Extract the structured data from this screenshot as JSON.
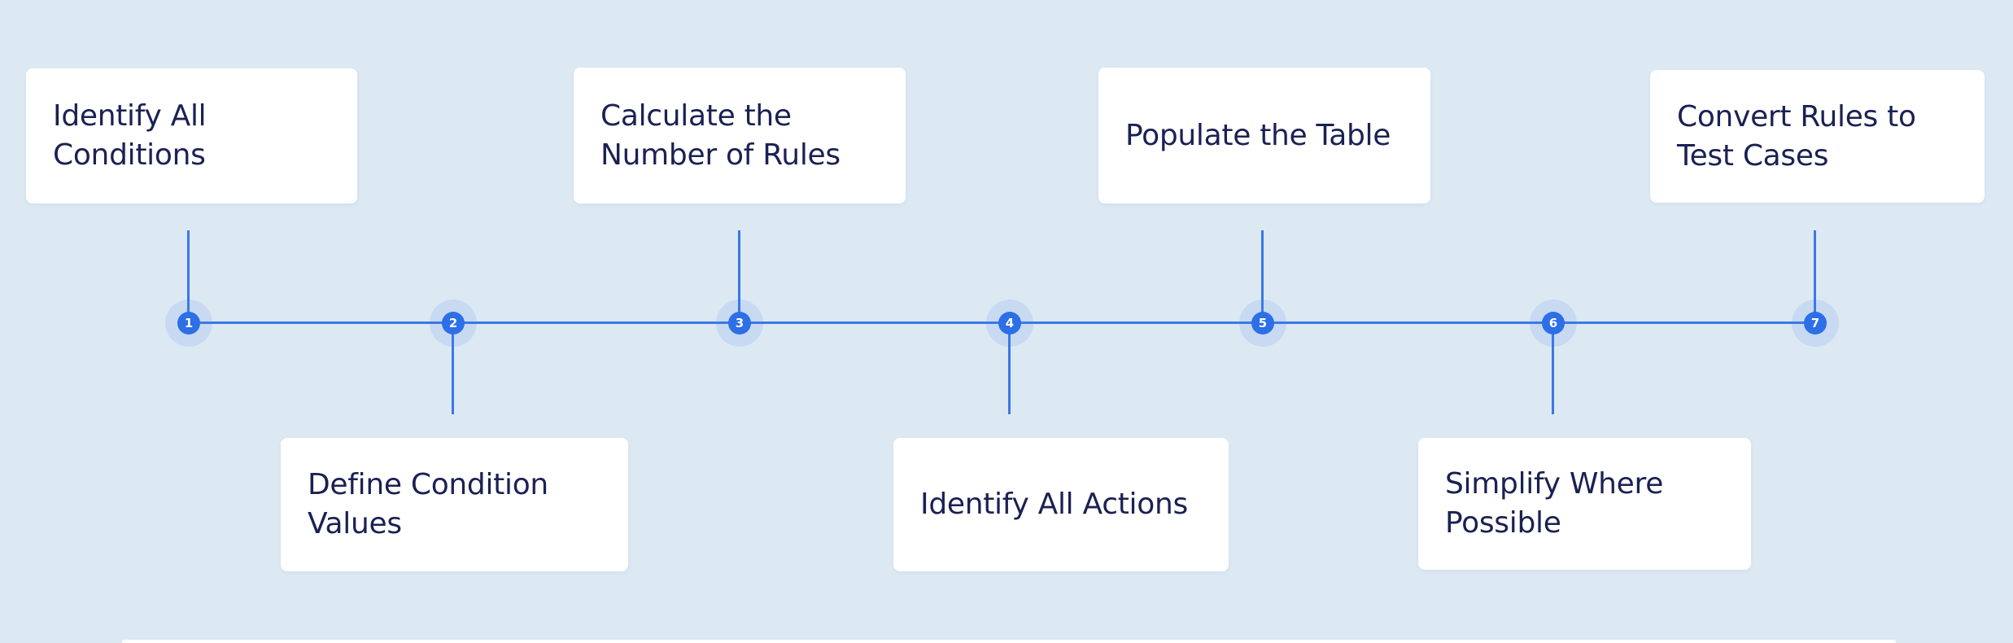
{
  "canvas": {
    "background_color": "#dce9f3",
    "card_color": "#ffffff",
    "text_color": "#1a2153",
    "line_color": "#3b78e7",
    "node_color": "#2c6fe6",
    "node_number_color": "#ffffff"
  },
  "timeline": {
    "type": "horizontal-step-timeline",
    "step_count": 7,
    "steps": [
      {
        "number": "1",
        "position": "top",
        "label": "Identify All Conditions",
        "line1": "Identify All",
        "line2": "Conditions"
      },
      {
        "number": "2",
        "position": "bottom",
        "label": "Define Condition Values",
        "line1": "Define Condition",
        "line2": "Values"
      },
      {
        "number": "3",
        "position": "top",
        "label": "Calculate the Number of Rules",
        "line1": "Calculate the",
        "line2": "Number of Rules"
      },
      {
        "number": "4",
        "position": "bottom",
        "label": "Identify All Actions",
        "line1": "Identify All Actions"
      },
      {
        "number": "5",
        "position": "top",
        "label": "Populate the Table",
        "line1": "Populate the Table"
      },
      {
        "number": "6",
        "position": "bottom",
        "label": "Simplify Where Possible",
        "line1": "Simplify Where",
        "line2": "Possible"
      },
      {
        "number": "7",
        "position": "top",
        "label": "Convert Rules to Test Cases",
        "line1": "Convert Rules to",
        "line2": "Test Cases"
      }
    ]
  }
}
